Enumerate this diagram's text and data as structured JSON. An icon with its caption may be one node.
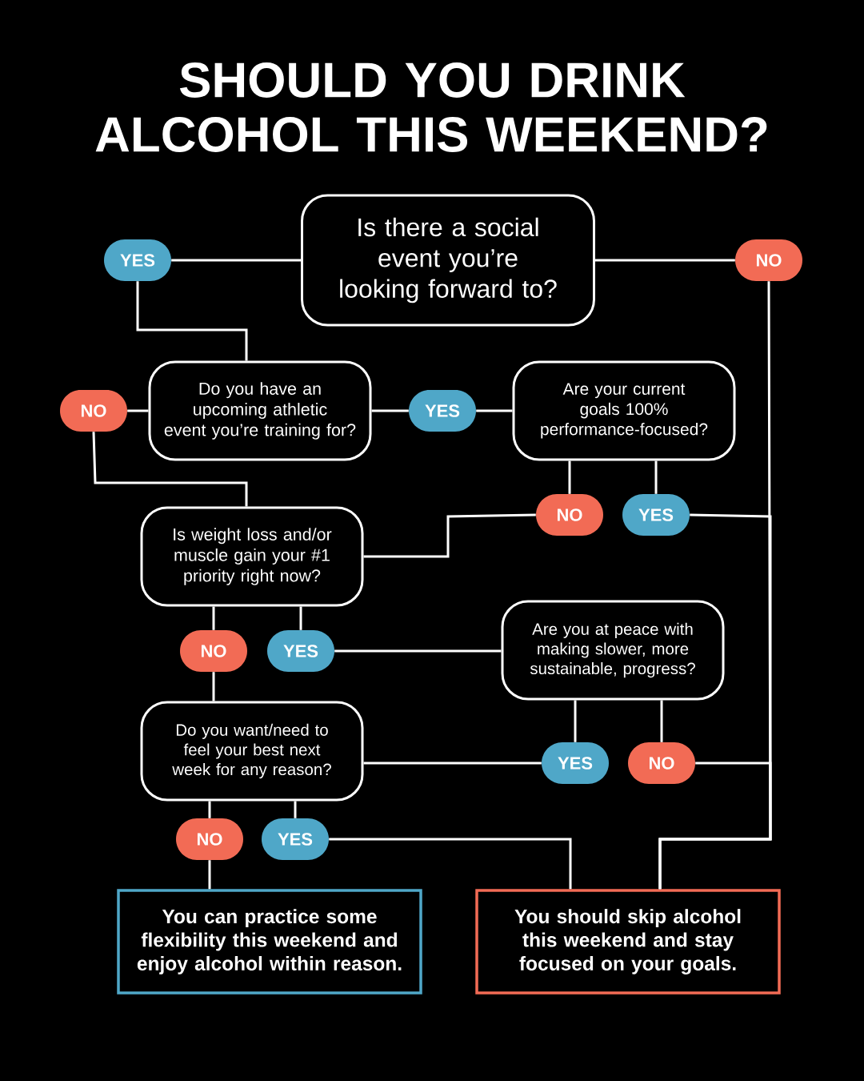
{
  "diagram": {
    "title": "SHOULD YOU DRINK ALCOHOL THIS WEEKEND?",
    "nodes": [
      {
        "text": [
          "Is there a social event you’re looking forward to?"
        ]
      },
      {
        "text": [
          "YES"
        ]
      },
      {
        "text": [
          "NO"
        ]
      },
      {
        "text": [
          "Do you have an upcoming athletic event you’re training for?"
        ]
      },
      {
        "text": [
          "NO"
        ]
      },
      {
        "text": [
          "YES"
        ]
      },
      {
        "text": [
          "Are your current goals 100% performance-focused?"
        ]
      },
      {
        "text": [
          "NO"
        ]
      },
      {
        "text": [
          "YES"
        ]
      },
      {
        "text": [
          "Is weight loss and/or muscle gain your #1 priority right now?"
        ]
      },
      {
        "text": [
          "NO"
        ]
      },
      {
        "text": [
          "YES"
        ]
      },
      {
        "text": [
          "Are you at peace with making slower, more sustainable, progress?"
        ]
      },
      {
        "text": [
          "Do you want/need to feel your best next week for any reason?"
        ]
      },
      {
        "text": [
          "YES"
        ]
      },
      {
        "text": [
          "NO"
        ]
      },
      {
        "text": [
          "NO"
        ]
      },
      {
        "text": [
          "YES"
        ]
      },
      {
        "text": [
          "You can practice some flexibility this weekend and enjoy alcohol within reason."
        ]
      },
      {
        "text": [
          "You should skip alcohol this weekend and stay focused on your goals."
        ]
      }
    ],
    "edges": [
      {
        "from": 0,
        "to": 1,
        "arrow": "none"
      },
      {
        "from": 0,
        "to": 2,
        "arrow": "none"
      },
      {
        "from": 1,
        "to": 3,
        "arrow": "none"
      },
      {
        "from": 3,
        "to": 4,
        "arrow": "none"
      },
      {
        "from": 3,
        "to": 5,
        "arrow": "none"
      },
      {
        "from": 5,
        "to": 6,
        "arrow": "none"
      },
      {
        "from": 4,
        "to": 9,
        "arrow": "none"
      },
      {
        "from": 6,
        "to": 7,
        "arrow": "none"
      },
      {
        "from": 6,
        "to": 8,
        "arrow": "none"
      },
      {
        "from": 7,
        "to": 9,
        "arrow": "none"
      },
      {
        "from": 9,
        "to": 10,
        "arrow": "none"
      },
      {
        "from": 9,
        "to": 11,
        "arrow": "none"
      },
      {
        "from": 11,
        "to": 12,
        "arrow": "none"
      },
      {
        "from": 10,
        "to": 13,
        "arrow": "none"
      },
      {
        "from": 12,
        "to": 14,
        "arrow": "none"
      },
      {
        "from": 12,
        "to": 15,
        "arrow": "none"
      },
      {
        "from": 14,
        "to": 13,
        "arrow": "none"
      },
      {
        "from": 13,
        "to": 16,
        "arrow": "none"
      },
      {
        "from": 13,
        "to": 17,
        "arrow": "none"
      },
      {
        "from": 16,
        "to": 18,
        "arrow": "none"
      },
      {
        "from": 17,
        "to": 19,
        "arrow": "none"
      },
      {
        "from": 2,
        "to": 19,
        "arrow": "none"
      },
      {
        "from": 8,
        "to": 19,
        "arrow": "none"
      },
      {
        "from": 15,
        "to": 19,
        "arrow": "none"
      }
    ]
  }
}
